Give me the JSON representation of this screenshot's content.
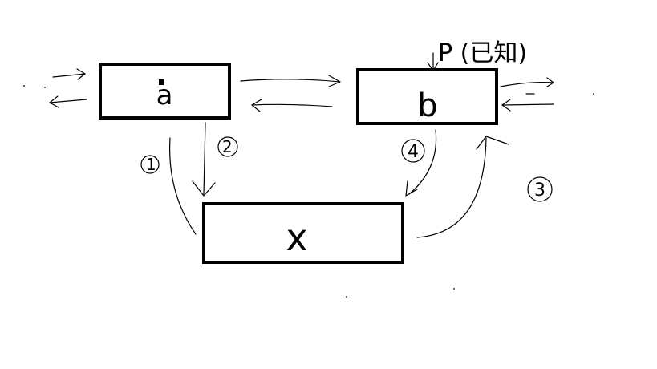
{
  "boxes": {
    "a": {
      "label": "a"
    },
    "b": {
      "label": "b"
    },
    "x": {
      "label": "x"
    }
  },
  "annotations": {
    "p_note": "P (已知)",
    "step1": "1",
    "step2": "2",
    "step3": "3",
    "step4": "4"
  }
}
